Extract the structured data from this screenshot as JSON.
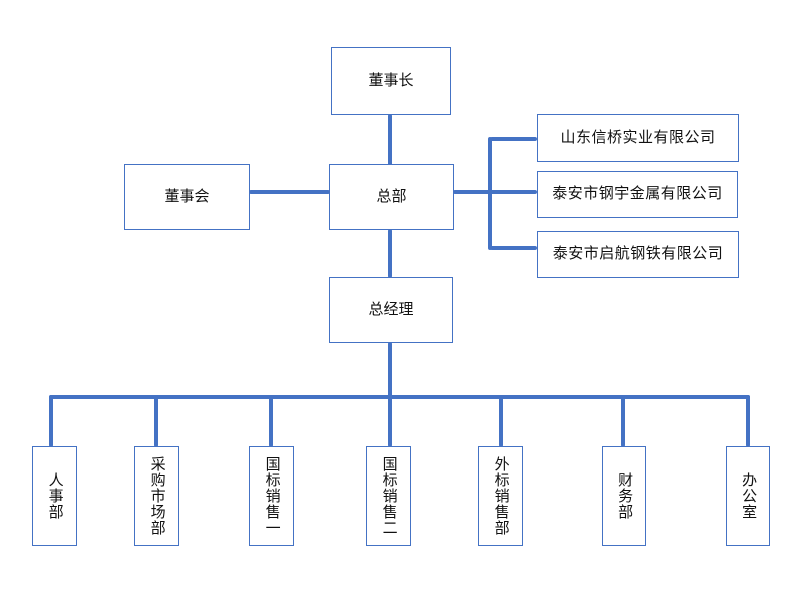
{
  "org_chart": {
    "colors": {
      "connector": "#4472C4",
      "box_border": "#4472C4",
      "box_fill": "#FFFFFF",
      "text": "#111111",
      "background": "#FFFFFF"
    },
    "nodes": {
      "chairman": {
        "label": "董事长"
      },
      "board": {
        "label": "董事会"
      },
      "headquarters": {
        "label": "总部"
      },
      "general_manager": {
        "label": "总经理"
      },
      "subsidiaries": [
        {
          "label": "山东信桥实业有限公司"
        },
        {
          "label": "泰安市钢宇金属有限公司"
        },
        {
          "label": "泰安市启航钢铁有限公司"
        }
      ],
      "departments": [
        {
          "label": "人事部"
        },
        {
          "label": "采购市场部"
        },
        {
          "label": "国标销售一"
        },
        {
          "label": "国标销售二"
        },
        {
          "label": "外标销售部"
        },
        {
          "label": "财务部"
        },
        {
          "label": "办公室"
        }
      ]
    }
  }
}
